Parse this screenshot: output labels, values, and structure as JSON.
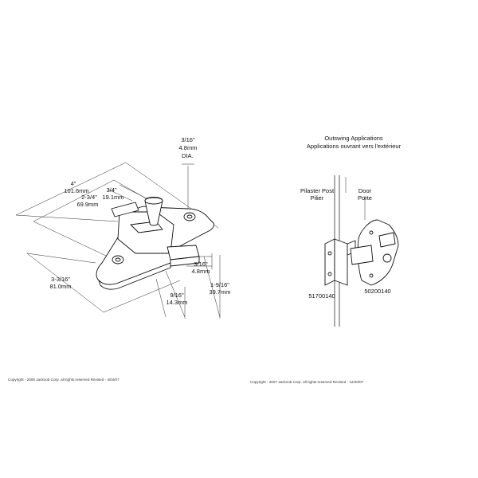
{
  "left_drawing": {
    "dia_value": "3/16\"",
    "dia_mm": "4.8mm",
    "dia_label": "DIA.",
    "overall_in": "4\"",
    "overall_mm": "101.6mm",
    "holes_in": "2-3/4\"",
    "holes_mm": "69.9mm",
    "knob_in": "3/4\"",
    "knob_mm": "19.1mm",
    "height_in": "3-3/16\"",
    "height_mm": "81.0mm",
    "bolt_thk_in": "3/16\"",
    "bolt_thk_mm": "4.8mm",
    "bolt_len_in": "1-9/16\"",
    "bolt_len_mm": "39.7mm",
    "bolt_w_in": "9/16\"",
    "bolt_w_mm": "14.3mm",
    "copyright": "Copyright - 2006 Jacknob Corp.  all rights reserved     Revised - 4/04/07"
  },
  "right_drawing": {
    "title_en": "Outswing Applications",
    "title_fr": "Applications ouvrant vers l'extérieur",
    "pilaster_en": "Pilaster Post",
    "pilaster_fr": "Pilier",
    "door_en": "Door",
    "door_fr": "Porte",
    "part_keeper": "51700140",
    "part_latch": "50200140",
    "copyright": "Copyright - 2007 Jacknob Corp.  all rights reserved     Revised - 12/20/07"
  }
}
